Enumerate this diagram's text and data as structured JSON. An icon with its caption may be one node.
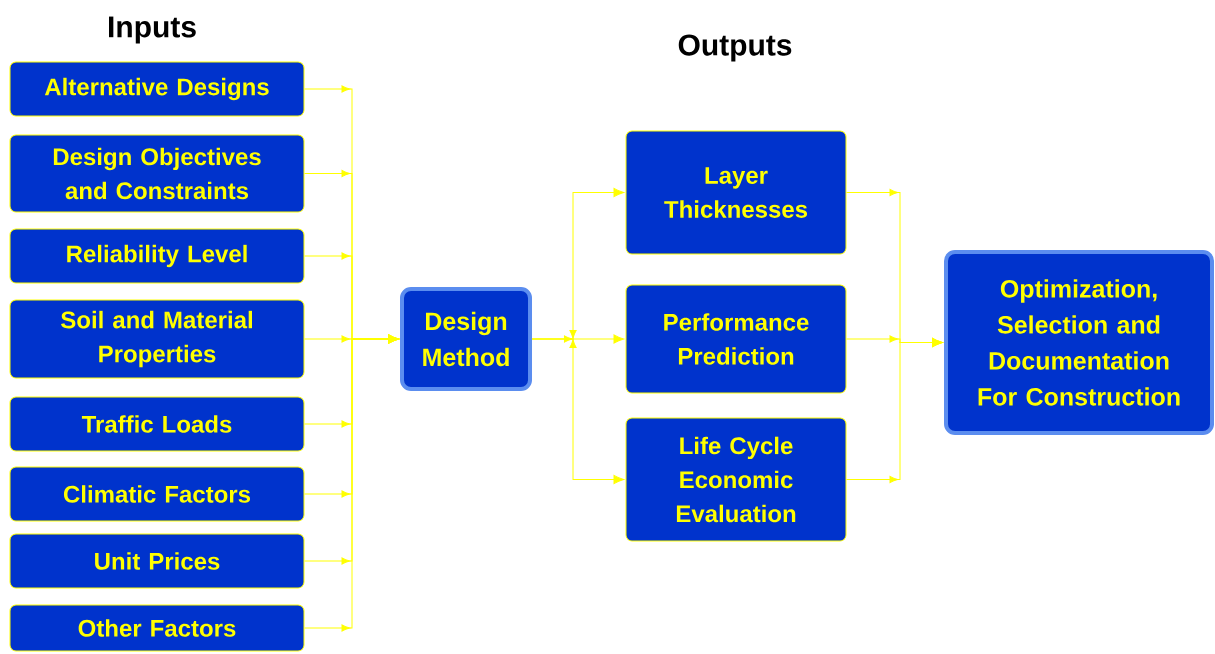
{
  "diagram": {
    "nodes": [
      {
        "text": [
          "Alternative Designs"
        ]
      },
      {
        "text": [
          "Design Objectives and Constraints"
        ]
      },
      {
        "text": [
          "Reliability Level"
        ]
      },
      {
        "text": [
          "Soil and Material Properties"
        ]
      },
      {
        "text": [
          "Traffic Loads"
        ]
      },
      {
        "text": [
          "Climatic Factors"
        ]
      },
      {
        "text": [
          "Unit Prices"
        ]
      },
      {
        "text": [
          "Other Factors"
        ]
      },
      {
        "text": [
          "Design Method"
        ]
      },
      {
        "text": [
          "Layer Thicknesses"
        ]
      },
      {
        "text": [
          "Performance Prediction"
        ]
      },
      {
        "text": [
          "Life Cycle Economic Evaluation"
        ]
      },
      {
        "text": [
          "Optimization, Selection and Documentation For Construction"
        ]
      }
    ],
    "edges": [
      {
        "from": 0,
        "to": 8,
        "arrow": "to"
      },
      {
        "from": 1,
        "to": 8,
        "arrow": "to"
      },
      {
        "from": 2,
        "to": 8,
        "arrow": "to"
      },
      {
        "from": 3,
        "to": 8,
        "arrow": "to"
      },
      {
        "from": 4,
        "to": 8,
        "arrow": "to"
      },
      {
        "from": 5,
        "to": 8,
        "arrow": "to"
      },
      {
        "from": 6,
        "to": 8,
        "arrow": "to"
      },
      {
        "from": 7,
        "to": 8,
        "arrow": "to"
      },
      {
        "from": 8,
        "to": 9,
        "arrow": "to"
      },
      {
        "from": 8,
        "to": 10,
        "arrow": "to"
      },
      {
        "from": 8,
        "to": 11,
        "arrow": "to"
      },
      {
        "from": 9,
        "to": 12,
        "arrow": "to"
      },
      {
        "from": 10,
        "to": 12,
        "arrow": "to"
      },
      {
        "from": 11,
        "to": 12,
        "arrow": "to"
      }
    ],
    "labels": [
      "Inputs",
      "Outputs"
    ]
  }
}
